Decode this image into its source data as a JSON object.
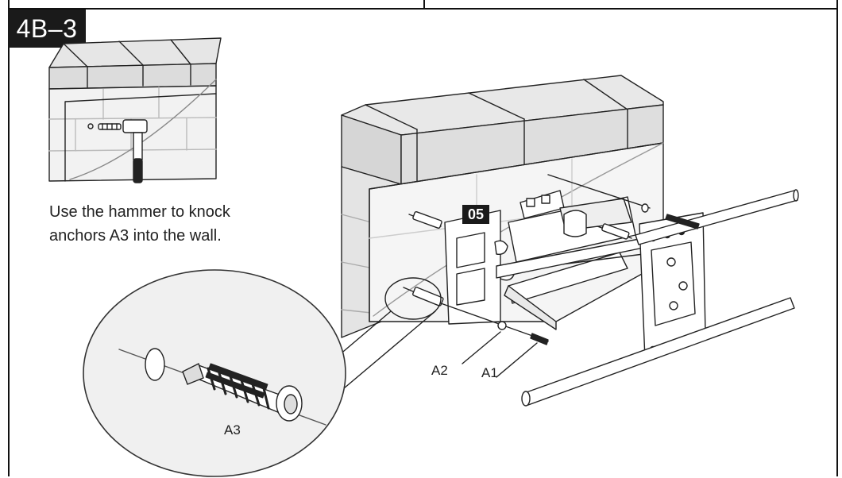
{
  "step": {
    "number": "4B–3"
  },
  "instruction": {
    "line1": "Use the hammer to knock",
    "line2": "anchors A3 into the wall."
  },
  "labels": {
    "a1": "A1",
    "a2": "A2",
    "a3": "A3",
    "part05": "05"
  }
}
